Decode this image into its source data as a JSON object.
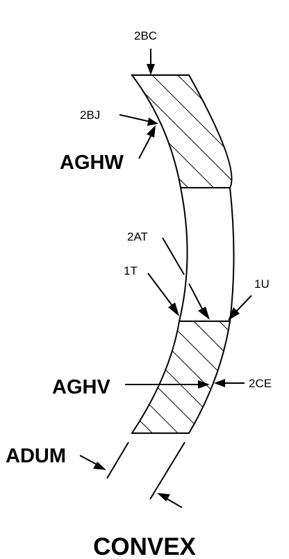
{
  "labels": {
    "l_2bc": "2BC",
    "l_2bj": "2BJ",
    "l_aghw": "AGHW",
    "l_2at": "2AT",
    "l_1t": "1T",
    "l_1u": "1U",
    "l_aghv": "AGHV",
    "l_2ce": "2CE",
    "l_adum": "ADUM"
  },
  "title": "CONVEX",
  "colors": {
    "ink": "#000000",
    "paper": "#ffffff"
  }
}
